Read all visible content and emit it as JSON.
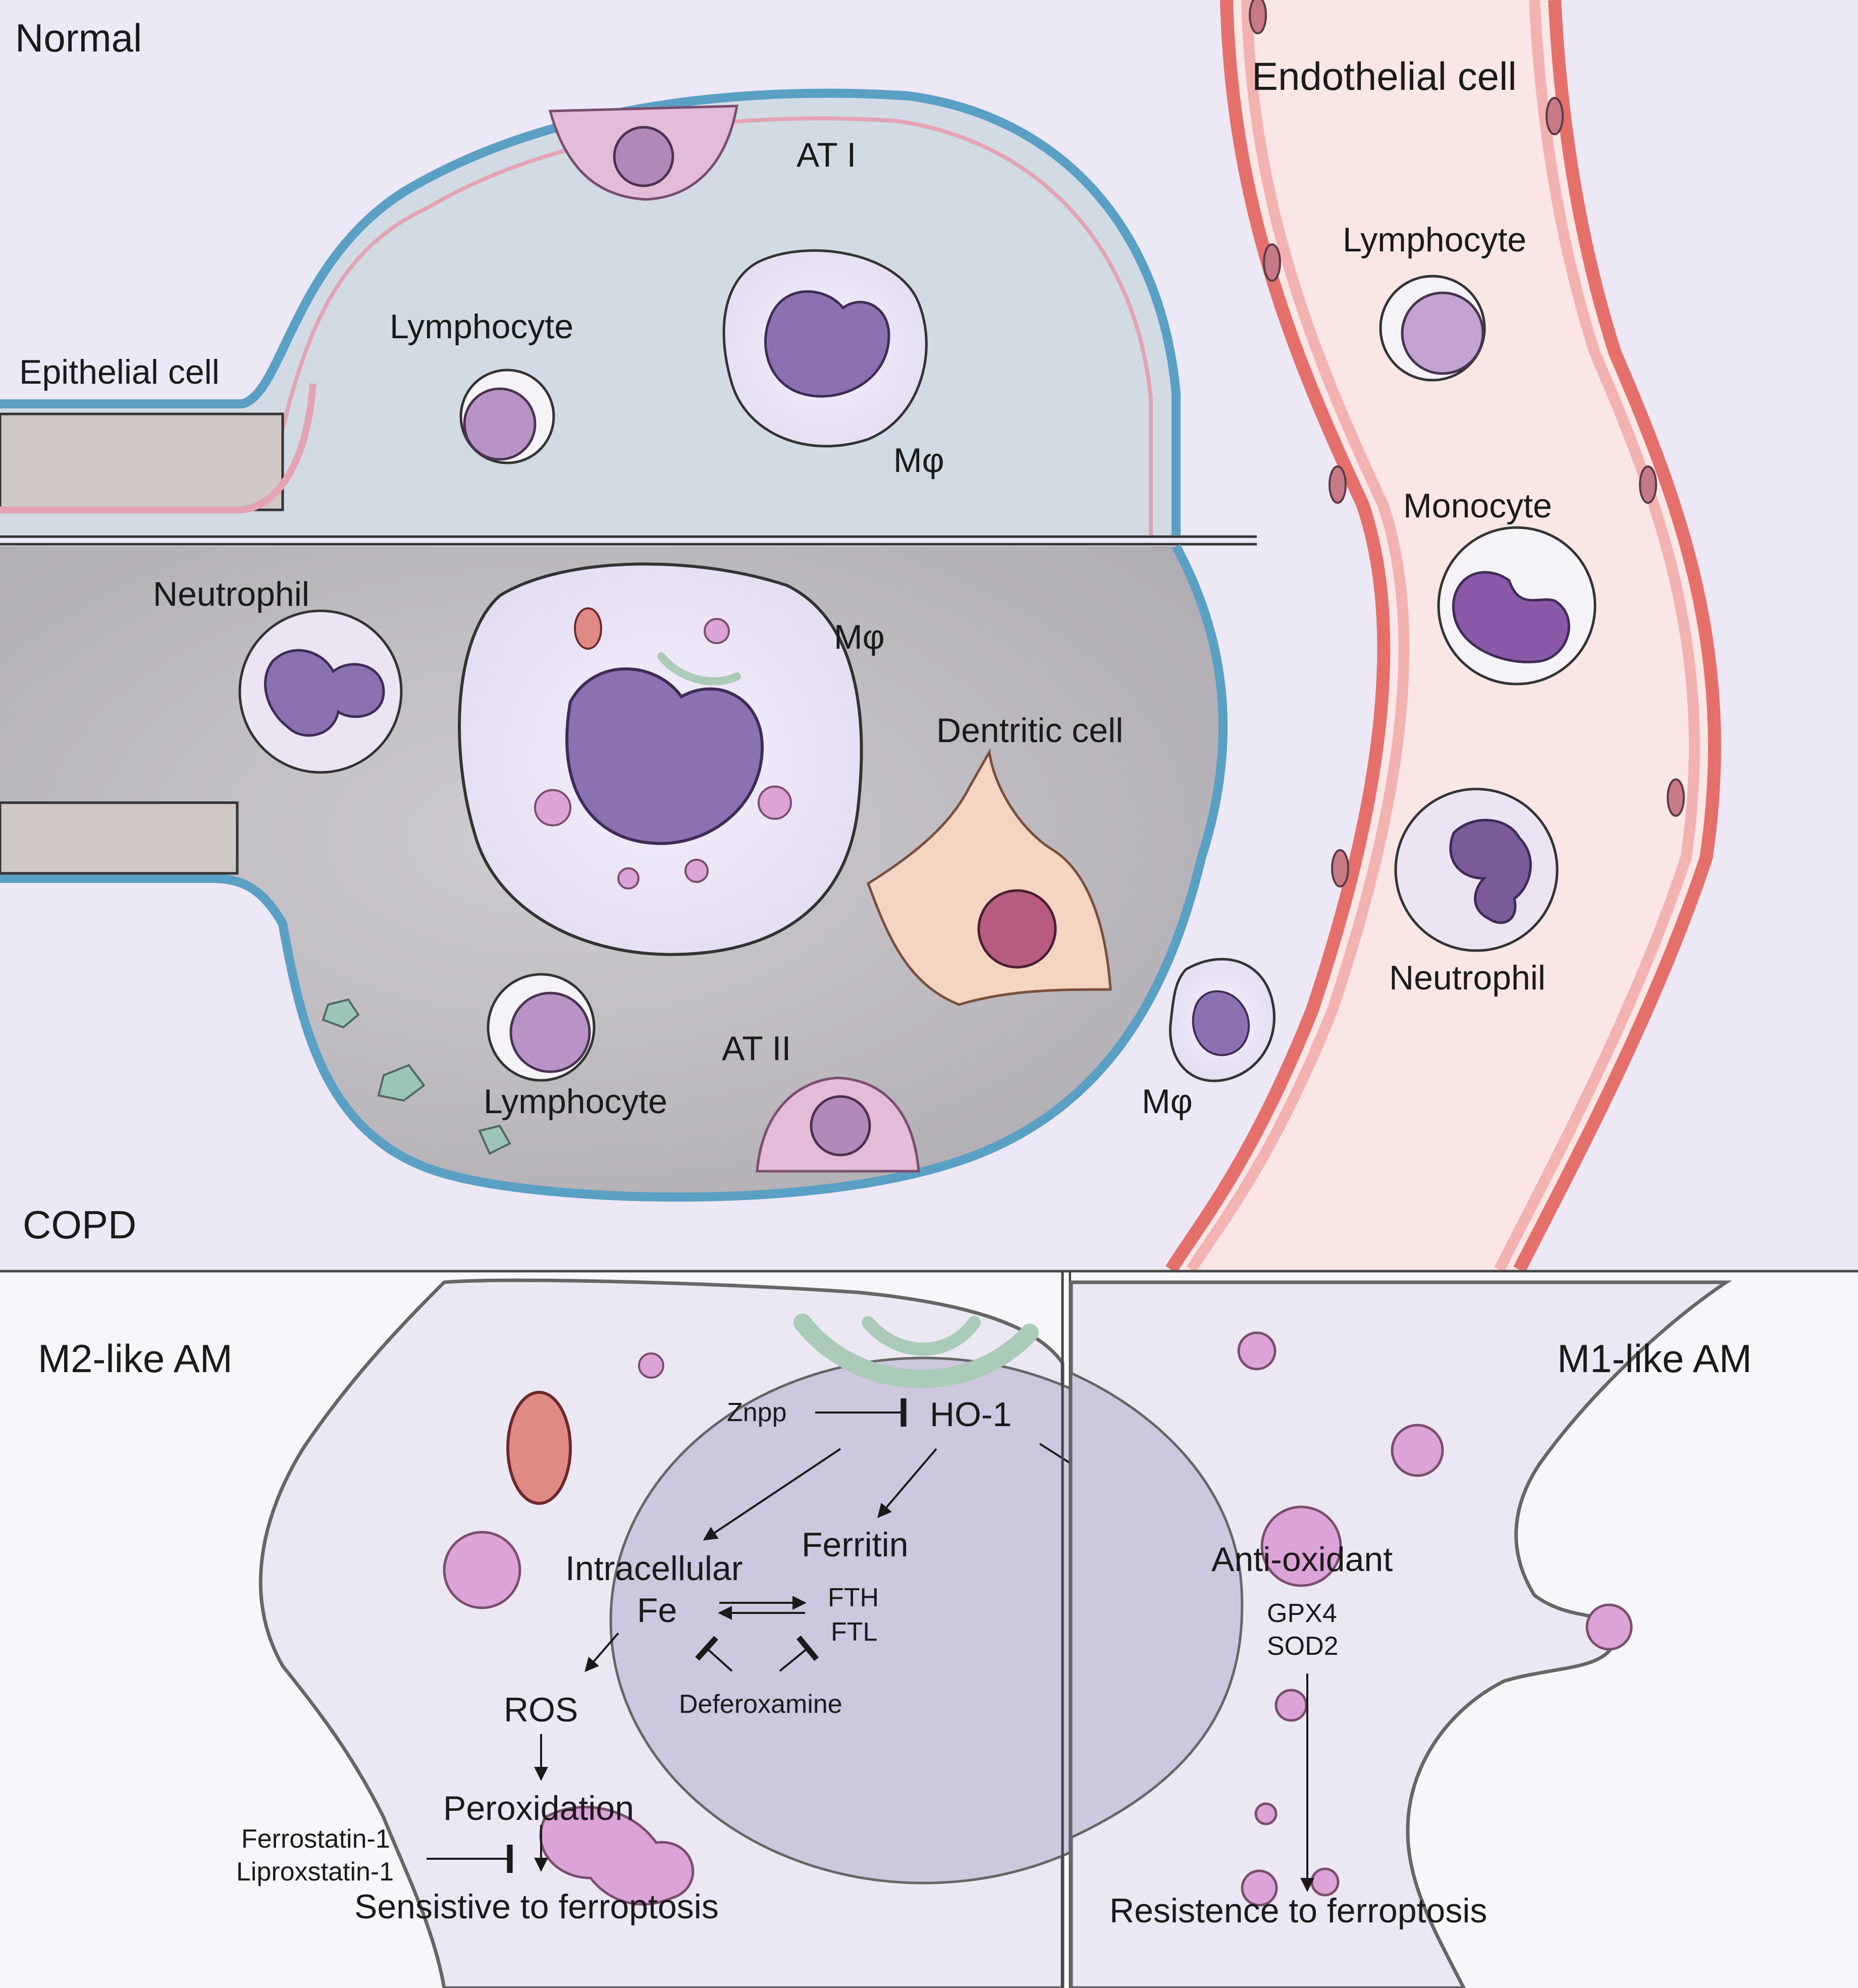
{
  "top_panel": {
    "normal_label": "Normal",
    "copd_label": "COPD",
    "endothelial_label": "Endothelial cell",
    "normal_alveolus": {
      "at1_label": "AT I",
      "lymphocyte_label": "Lymphocyte",
      "epithelial_label": "Epithelial cell",
      "macrophage_label": "Mφ"
    },
    "copd_alveolus": {
      "neutrophil_label": "Neutrophil",
      "macrophage_label": "Mφ",
      "dendritic_label": "Dentritic cell",
      "at2_label": "AT II",
      "lymphocyte_label": "Lymphocyte",
      "migrating_macrophage_label": "Mφ"
    },
    "vessel": {
      "lymphocyte_label": "Lymphocyte",
      "monocyte_label": "Monocyte",
      "neutrophil_label": "Neutrophil"
    }
  },
  "m2_panel": {
    "title": "M2-like AM",
    "znpp": "Znpp",
    "ho1": "HO-1",
    "intracellular_line1": "Intracellular",
    "intracellular_line2": "Fe",
    "ferritin": "Ferritin",
    "fth": "FTH",
    "ftl": "FTL",
    "deferoxamine": "Deferoxamine",
    "ros": "ROS",
    "peroxidation": "Peroxidation",
    "inhibitor1": "Ferrostatin-1",
    "inhibitor2": "Liproxstatin-1",
    "outcome": "Sensistive to ferroptosis"
  },
  "m1_panel": {
    "title": "M1-like AM",
    "antioxidant": "Anti-oxidant",
    "gpx4": "GPX4",
    "sod2": "SOD2",
    "outcome": "Resistence to ferroptosis"
  },
  "colors": {
    "background_top": "#ede8f5",
    "background_bottom": "#f7f6fa",
    "normal_airspace": "#d2dbe4",
    "copd_airspace": "#b9b6bb",
    "vessel_fill": "#fbe6e6",
    "vessel_wall": "#e5706b",
    "alveolar_wall_blue": "#5a9fc4",
    "alveolar_wall_pink": "#e3a3b4",
    "nucleus_purple": "#8a72b2",
    "vesicle_pink": "#dba3d6",
    "mitochondrion": "#e08a86",
    "golgi": "#a9cbb8",
    "dendritic_cell": "#f4d5c2"
  }
}
